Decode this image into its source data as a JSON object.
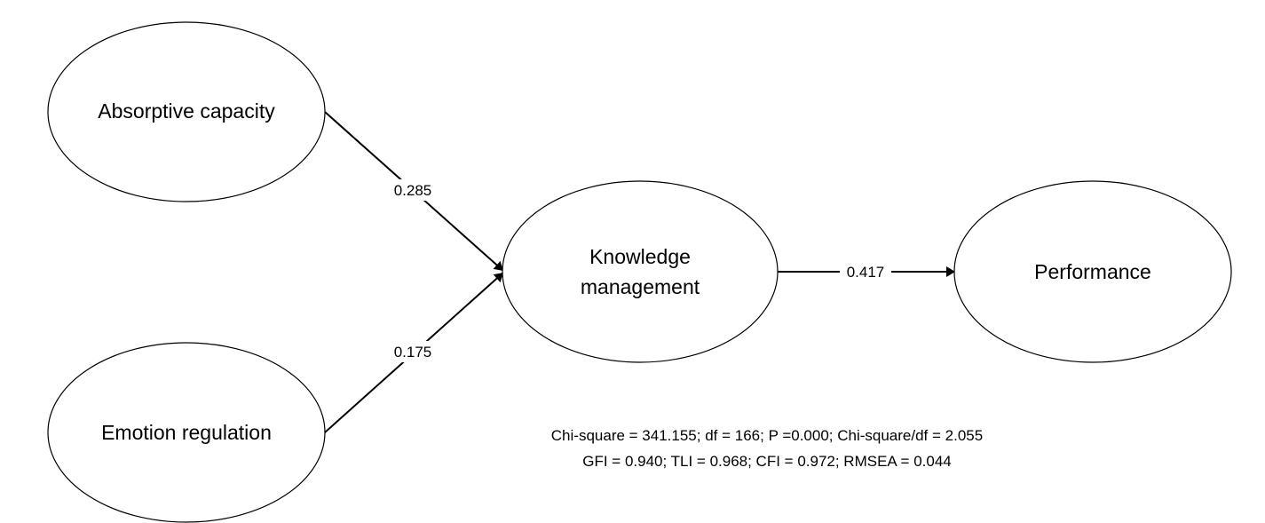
{
  "nodes": {
    "absorptive_capacity": {
      "label": "Absorptive capacity"
    },
    "emotion_regulation": {
      "label": "Emotion regulation"
    },
    "knowledge_management": {
      "label_line1": "Knowledge",
      "label_line2": "management"
    },
    "performance": {
      "label": "Performance"
    }
  },
  "edges": {
    "absorptive_to_km": {
      "coefficient": "0.285"
    },
    "emotion_to_km": {
      "coefficient": "0.175"
    },
    "km_to_performance": {
      "coefficient": "0.417"
    }
  },
  "fit_indices": {
    "line1": "Chi-square = 341.155; df = 166; P =0.000; Chi-square/df = 2.055",
    "line2": "GFI = 0.940; TLI = 0.968; CFI = 0.972; RMSEA = 0.044"
  },
  "colors": {
    "stroke": "#000000",
    "background": "#ffffff"
  }
}
